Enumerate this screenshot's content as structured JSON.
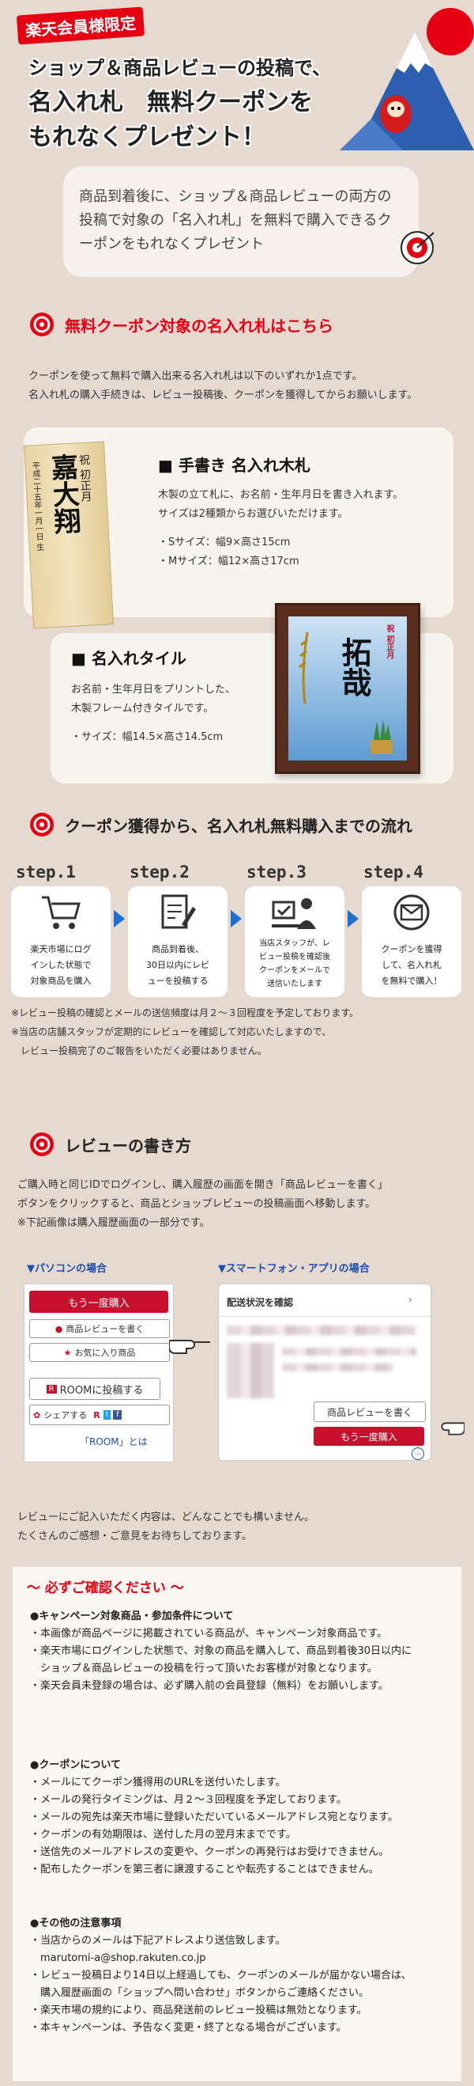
{
  "hero": {
    "badge": "楽天会員様限定",
    "line1": "ショップ＆商品レビューの投稿で、",
    "line2": "名入れ札　無料クーポンを",
    "line3": "もれなくプレゼント！"
  },
  "intro": {
    "text": "商品到着後に、ショップ＆商品レビューの両方の投稿で対象の「名入れ札」を無料で購入できるクーポンをもれなくプレゼント"
  },
  "section1": {
    "title": "無料クーポン対象の名入れ札はこちら",
    "desc1": "クーポンを使って無料で購入出来る名入れ札は以下のいずれか1点です。",
    "desc2": "名入れ札の購入手続きは、レビュー投稿後、クーポンを獲得してからお願いします。"
  },
  "product1": {
    "title": "■ 手書き 名入れ木札",
    "desc1": "木製の立て札に、お名前・生年月日を書き入れます。",
    "desc2": "サイズは2種類からお選びいただけます。",
    "size_s": "・Sサイズ：幅9×高さ15cm",
    "size_m": "・Mサイズ：幅12×高さ17cm",
    "plank_top": "祝 初正月",
    "plank_name": "嘉大翔",
    "plank_date": "平成二十五年一月一日 生"
  },
  "product2": {
    "title": "■ 名入れタイル",
    "desc1": "お名前・生年月日をプリントした、",
    "desc2": "木製フレーム付きタイルです。",
    "size": "・サイズ：幅14.5×高さ14.5cm",
    "tile_top": "祝 初正月",
    "tile_name": "拓哉"
  },
  "section2": {
    "title": "クーポン獲得から、名入れ札無料購入までの流れ",
    "steps": [
      {
        "label": "step.1",
        "text1": "楽天市場にログ",
        "text2": "インした状態で",
        "text3": "対象商品を購入",
        "text4": ""
      },
      {
        "label": "step.2",
        "text1": "商品到着後、",
        "text2": "30日以内にレビ",
        "text3": "ューを投稿する",
        "text4": ""
      },
      {
        "label": "step.3",
        "text1": "当店スタッフが、レ",
        "text2": "ビュー投稿を確認後",
        "text3": "クーポンをメールで",
        "text4": "送信いたします"
      },
      {
        "label": "step.4",
        "text1": "クーポンを獲得",
        "text2": "して、名入れ札",
        "text3": "を無料で購入！",
        "text4": ""
      }
    ],
    "note1": "※レビュー投稿の確認とメールの送信頻度は月２～３回程度を予定しております。",
    "note2": "※当店の店舗スタッフが定期的にレビューを確認して対応いたしますので、",
    "note3": "レビュー投稿完了のご報告をいただく必要はありません。"
  },
  "section3": {
    "title": "レビューの書き方",
    "desc1": "ご購入時と同じIDでログインし、購入履歴の画面を開き「商品レビューを書く」",
    "desc2": "ボタンをクリックすると、商品とショップレビューの投稿画面へ移動します。",
    "desc3": "※下記画像は購入履歴画面の一部分です。",
    "pc_head": "▼パソコンの場合",
    "sp_head": "▼スマートフォン・アプリの場合",
    "pc_buttons": {
      "rebuy": "もう一度購入",
      "review": "商品レビューを書く",
      "fav": "お気に入り商品",
      "room": "ROOMに投稿する",
      "share": "シェアする",
      "room_link": "「ROOM」とは"
    },
    "sp_mock": {
      "status": "配送状況を確認",
      "review": "商品レビューを書く",
      "rebuy": "もう一度購入"
    },
    "closing1": "レビューにご記入いただく内容は、どんなことでも構いません。",
    "closing2": "たくさんのご感想・ご意見をお待ちしております。"
  },
  "confirm": {
    "title": "～ 必ずご確認ください ～",
    "block1_head": "●キャンペーン対象商品・参加条件について",
    "block1": [
      "・本画像が商品ページに掲載されている商品が、キャンペーン対象商品です。",
      "・楽天市場にログインした状態で、対象の商品を購入して、商品到着後30日以内に",
      "　ショップ＆商品レビューの投稿を行って頂いたお客様が対象となります。",
      "・楽天会員未登録の場合は、必ず購入前の会員登録（無料）をお願いします。"
    ],
    "block2_head": "●クーポンについて",
    "block2": [
      "・メールにてクーポン獲得用のURLを送付いたします。",
      "・メールの発行タイミングは、月２～３回程度を予定しております。",
      "・メールの宛先は楽天市場に登録いただいているメールアドレス宛となります。",
      "・クーポンの有効期限は、送付した月の翌月末までです。",
      "・送信先のメールアドレスの変更や、クーポンの再発行はお受けできません。",
      "・配布したクーポンを第三者に譲渡することや転売することはできません。"
    ],
    "block3_head": "●その他の注意事項",
    "block3": [
      "・当店からのメールは下記アドレスより送信致します。",
      "　marutomi-a@shop.rakuten.co.jp",
      "・レビュー投稿日より14日以上経過しても、クーポンのメールが届かない場合は、",
      "　購入履歴画面の「ショップへ問い合わせ」ボタンからご連絡ください。",
      "・楽天市場の規約により、商品発送前のレビュー投稿は無効となります。",
      "・本キャンペーンは、予告なく変更・終了となる場合がございます。"
    ]
  },
  "colors": {
    "accent": "#e60012",
    "background": "#e6d9cf",
    "step_arrow": "#1a6fd0"
  }
}
